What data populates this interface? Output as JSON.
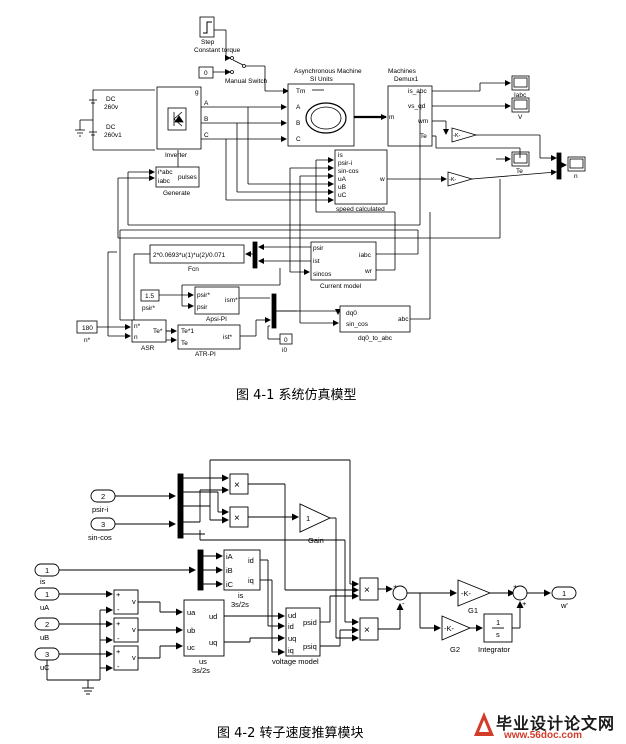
{
  "figure1": {
    "caption": "图 4-1 系统仿真模型",
    "blocks": {
      "step": "Step",
      "constant_torque": "Constant torque",
      "const_zero": "0",
      "manual_switch": "Manual Switch",
      "machine_title_1": "Asynchronous Machine",
      "machine_title_2": "SI Units",
      "demux_title_1": "Machines",
      "demux_title_2": "Demux1",
      "demux_ports": [
        "is_abc",
        "vs_qd",
        "wm",
        "Te"
      ],
      "dc1": "DC",
      "dc1_val": "260v",
      "dc2": "DC",
      "dc2_val": "260v1",
      "inverter": "Inverter",
      "inv_ports": [
        "g",
        "A",
        "B",
        "C"
      ],
      "generate": "Generate",
      "gen_in": [
        "i*abc",
        "iabc"
      ],
      "gen_out": "pulses",
      "speed_in": [
        "is",
        "psir-i",
        "sin-cos",
        "uA",
        "uB",
        "uC"
      ],
      "speed_out": "w",
      "speed_label": "speed calculated",
      "scope_iabc": "Iabc",
      "scope_v": "V",
      "scope_te": "Te",
      "scope_n": "n",
      "gain_k": "-K-",
      "fcn_expr": "2*0.0693*u(1)*u(2)/0.071",
      "fcn": "Fcn",
      "cm_in": [
        "psir",
        "ist",
        "sincos"
      ],
      "cm_out": [
        "iabc",
        "wr"
      ],
      "current_model": "Current model",
      "c15": "1.5",
      "psir_star": "psir*",
      "apsi_in": [
        "psir*",
        "psir"
      ],
      "apsi_out": "ism*",
      "apsi": "Apsi-PI",
      "dq0_in": [
        "dq0",
        "sin_cos"
      ],
      "dq0_out": "abc",
      "dq0": "dq0_to_abc",
      "c180": "180",
      "n_star": "n*",
      "asr_in": [
        "n*",
        "n"
      ],
      "asr_out": "Te*",
      "asr": "ASR",
      "atr_in": [
        "Te*1",
        "Te"
      ],
      "atr_out": "ist*",
      "atr": "ATR-PI",
      "c0": "0",
      "i0": "i0",
      "machine_ports": [
        "Tm",
        "A",
        "B",
        "C"
      ],
      "machine_m": "m"
    }
  },
  "figure2": {
    "caption": "图 4-2 转子速度推算模块",
    "inports": [
      {
        "num": "2",
        "name": "psir-i"
      },
      {
        "num": "3",
        "name": "sin-cos"
      },
      {
        "num": "1",
        "name": "is"
      },
      {
        "num": "1",
        "name": "uA"
      },
      {
        "num": "2",
        "name": "uB"
      },
      {
        "num": "3",
        "name": "uC"
      }
    ],
    "gain": "1",
    "gain_label": "Gain",
    "is32_in": [
      "iA",
      "iB",
      "iC"
    ],
    "is32_out": [
      "id",
      "iq"
    ],
    "is32_label": "is",
    "is32_label2": "3s/2s",
    "us32_in": [
      "ua",
      "ub",
      "uc"
    ],
    "us32_out": [
      "ud",
      "uq"
    ],
    "us32_label": "us",
    "us32_label2": "3s/2s",
    "vm_in": [
      "ud",
      "id",
      "uq",
      "iq"
    ],
    "vm_out": [
      "psid",
      "psiq"
    ],
    "vm_label": "voltage model",
    "sub_v": "v",
    "plus": "+",
    "minus": "-",
    "mul": "×",
    "k": "-K-",
    "g1": "G1",
    "g2": "G2",
    "integ_num": "1",
    "integ_den": "s",
    "integ": "Integrator",
    "outport": {
      "num": "1",
      "name": "w'"
    }
  },
  "watermark": {
    "main": "毕业设计论文网",
    "url": "www.56doc.com"
  }
}
